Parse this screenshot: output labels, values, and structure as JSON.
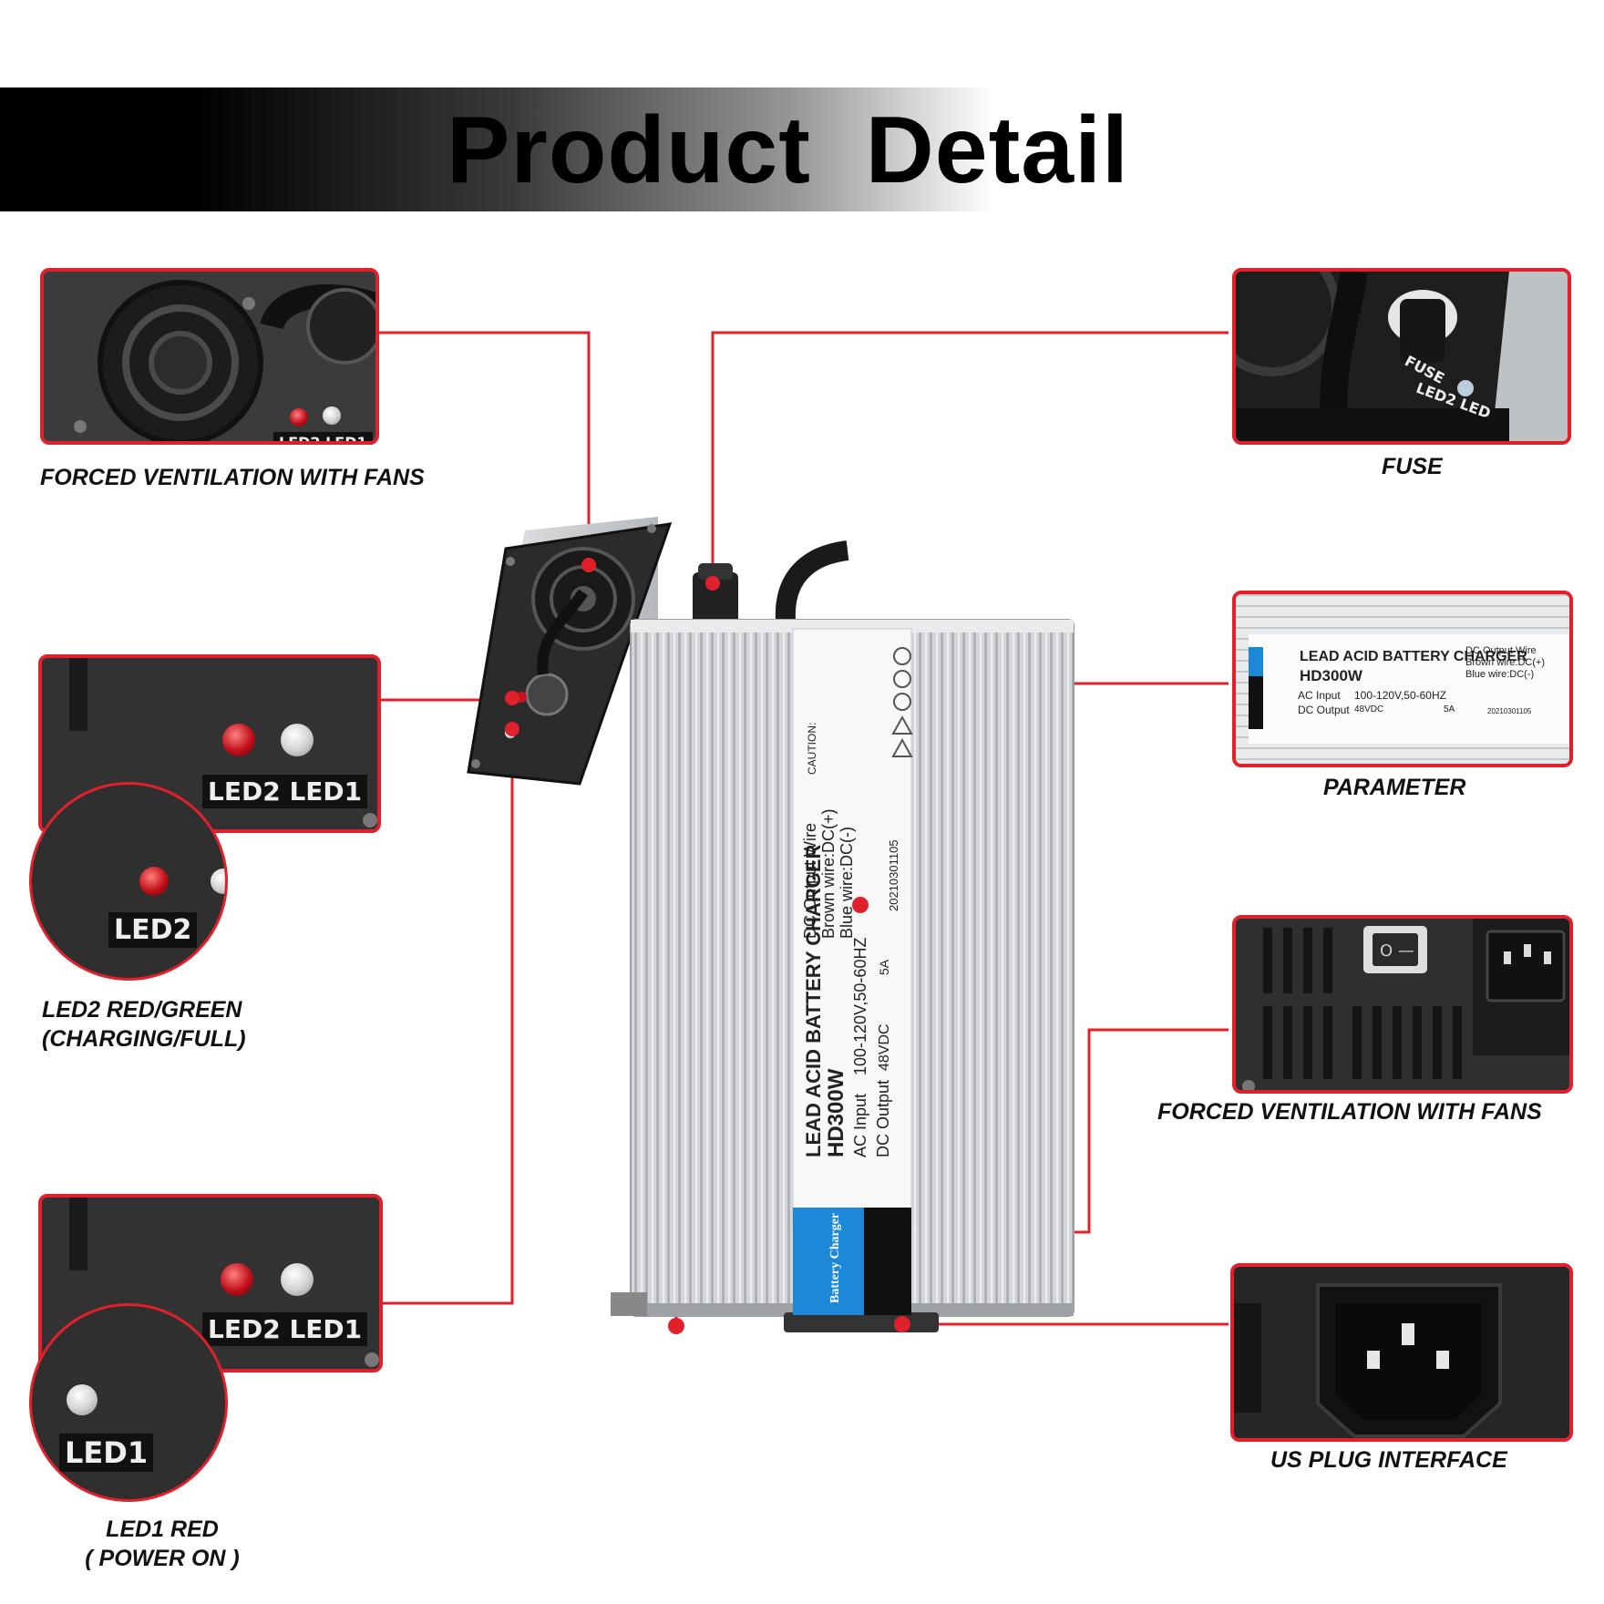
{
  "header": {
    "title": "Product  Detail"
  },
  "callouts_left": [
    {
      "caption": "FORCED VENTILATION WITH FANS"
    },
    {
      "caption": "LED2 RED/GREEN\n(CHARGING/FULL)"
    },
    {
      "caption": "LED1 RED\n( POWER ON )"
    }
  ],
  "callouts_right": [
    {
      "caption": "FUSE"
    },
    {
      "caption": "PARAMETER"
    },
    {
      "caption": "FORCED VENTILATION WITH FANS"
    },
    {
      "caption": "US PLUG INTERFACE"
    }
  ],
  "led_labels": {
    "led1": "LED1",
    "led2": "LED2",
    "led2_space_led1": "LED2 LED1",
    "fuse": "FUSE",
    "led2_led_short": "LED2 LED"
  },
  "product_label": {
    "title": "LEAD ACID BATTERY CHARGER",
    "model": "HD300W",
    "ac_input_label": "AC Input",
    "ac_input_value": "100-120V,50-60HZ",
    "dc_output_label": "DC Output",
    "dc_output_voltage": "48VDC",
    "dc_output_current": "5A",
    "wire_title": "DC Output Wire",
    "brown_wire": "Brown wire:DC(+)",
    "blue_wire": "Blue wire:DC(-)",
    "serial": "20210301105",
    "caution": "CAUTION:",
    "brand_tab": "Battery Charger"
  },
  "colors": {
    "accent_red": "#e0212b",
    "housing": "#c9cbce",
    "brand_blue": "#1e88d8"
  }
}
